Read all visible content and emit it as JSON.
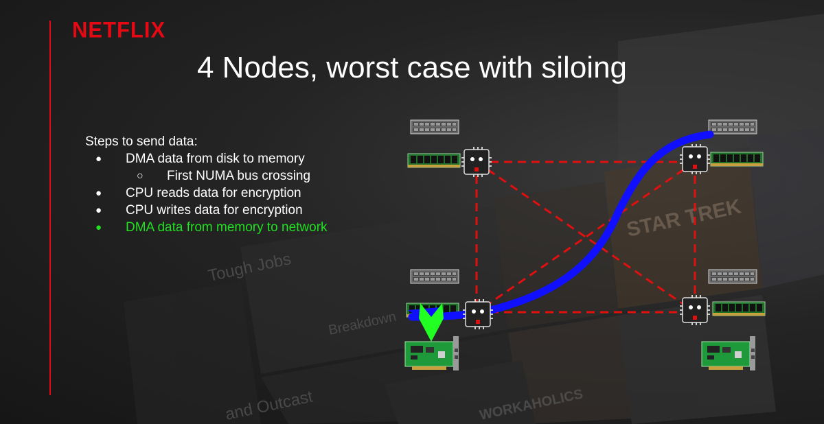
{
  "logo": "NETFLIX",
  "title": "4 Nodes, worst case with siloing",
  "steps_heading": "Steps to send data:",
  "steps": [
    {
      "text": "DMA data from disk to memory",
      "level": 1,
      "bullet": "●"
    },
    {
      "text": "First NUMA bus crossing",
      "level": 2,
      "bullet": "○"
    },
    {
      "text": "CPU reads data for encryption",
      "level": 1,
      "bullet": "●"
    },
    {
      "text": "CPU writes data for encryption",
      "level": 1,
      "bullet": "●"
    },
    {
      "text": "DMA data from memory to network",
      "level": 1,
      "bullet": "●",
      "highlight": true
    }
  ],
  "background_text": [
    "Tough Jobs",
    "Breakdown",
    "and Outcast",
    "STAR TREK",
    "WORKAHOLICS"
  ],
  "colors": {
    "accent": "#e50914",
    "highlight": "#22e022",
    "data_path": "#1010ff",
    "numa_link": "#e01010",
    "dma_arrow": "#22ff22"
  },
  "icons": [
    "server-icon",
    "memory-stick-icon",
    "cpu-chip-icon",
    "network-card-icon"
  ]
}
